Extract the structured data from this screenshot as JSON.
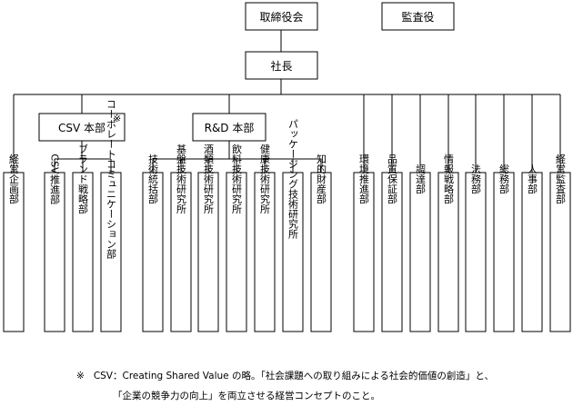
{
  "top": {
    "board": "取締役会",
    "auditor": "監査役",
    "president": "社長"
  },
  "groups": {
    "csv": {
      "label": "CSV 本部",
      "mark": "※",
      "children": [
        "CSV推進部",
        "ブランド戦略部",
        "コーポレートコミュニケーション部"
      ]
    },
    "rnd": {
      "label": "R&D 本部",
      "children": [
        "技術統括部",
        "基盤技術研究所",
        "酒類技術研究所",
        "飲料技術研究所",
        "健康技術研究所",
        "パッケージング技術研究所",
        "知的財産部"
      ]
    }
  },
  "departments": {
    "left": "経営企画部",
    "right": [
      "環境推進部",
      "品質保証部",
      "調達部",
      "情報戦略部",
      "法務部",
      "総務部",
      "人事部",
      "経営監査部"
    ]
  },
  "footnote": {
    "mark": "※",
    "line1": "CSV：Creating Shared Value の略。「社会課題への取り組みによる社会的価値の創造」と、",
    "line2": "「企業の競争力の向上」を両立させる経営コンセプトのこと。"
  }
}
